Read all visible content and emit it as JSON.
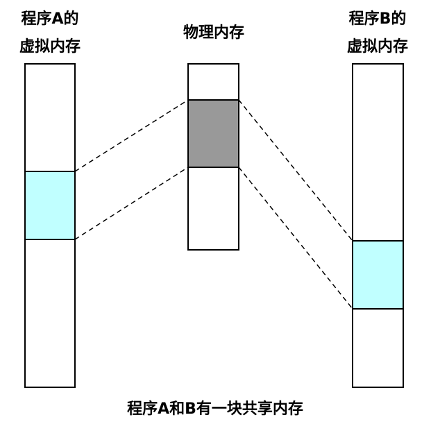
{
  "labels": {
    "program_a": [
      "程序A的",
      "虚拟内存"
    ],
    "physical": "物理内存",
    "program_b": [
      "程序B的",
      "虚拟内存"
    ],
    "caption": "程序A和B有一块共享内存"
  },
  "colors": {
    "shared_virtual": "#c0ffff",
    "shared_physical": "#999999",
    "stroke": "#000000"
  }
}
